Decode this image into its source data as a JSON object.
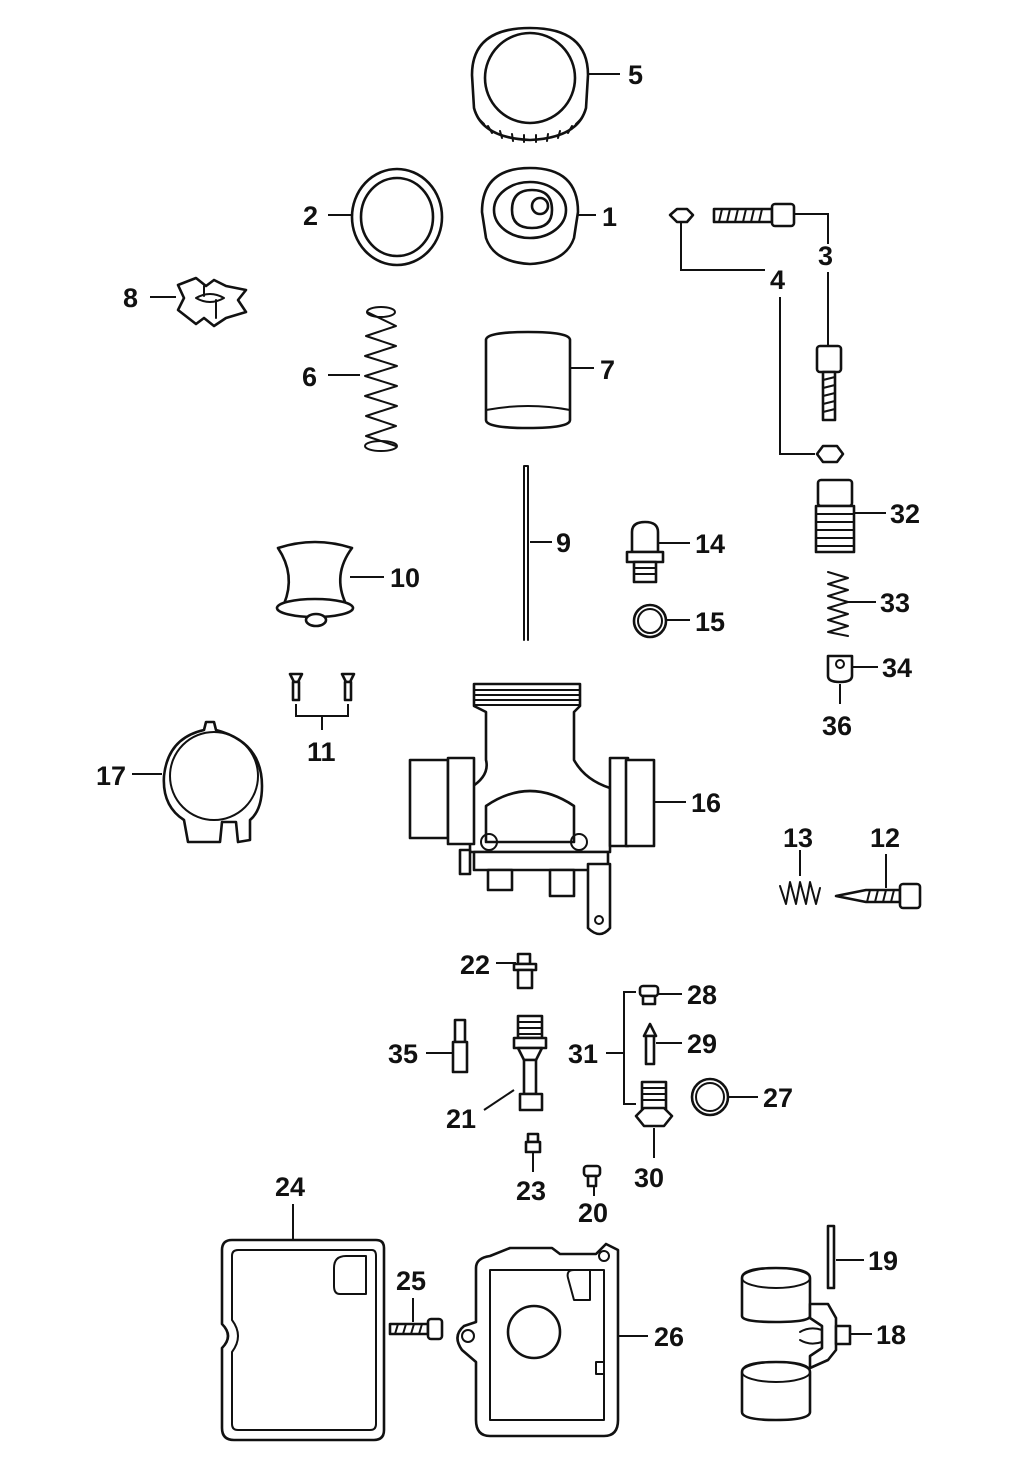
{
  "callouts": {
    "c1": "1",
    "c2": "2",
    "c3": "3",
    "c4": "4",
    "c5": "5",
    "c6": "6",
    "c7": "7",
    "c8": "8",
    "c9": "9",
    "c10": "10",
    "c11": "11",
    "c12": "12",
    "c13": "13",
    "c14": "14",
    "c15": "15",
    "c16": "16",
    "c17": "17",
    "c18": "18",
    "c19": "19",
    "c20": "20",
    "c21": "21",
    "c22": "22",
    "c23": "23",
    "c24": "24",
    "c25": "25",
    "c26": "26",
    "c27": "27",
    "c28": "28",
    "c29": "29",
    "c30": "30",
    "c31": "31",
    "c32": "32",
    "c33": "33",
    "c34": "34",
    "c35": "35",
    "c36": "36"
  },
  "colors": {
    "ink": "#111111",
    "paper": "#ffffff"
  }
}
